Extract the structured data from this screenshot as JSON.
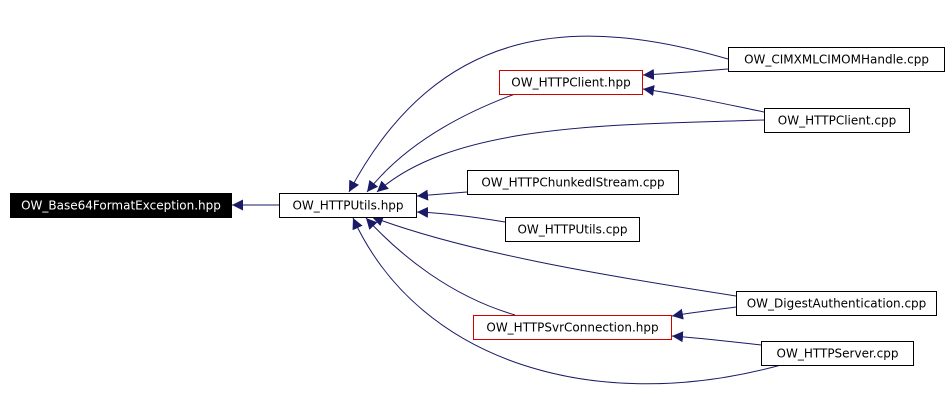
{
  "diagram": {
    "nodes": [
      {
        "id": "base64",
        "label": "OW_Base64FormatException.hpp",
        "style": "root"
      },
      {
        "id": "httputils_hpp",
        "label": "OW_HTTPUtils.hpp",
        "style": "normal"
      },
      {
        "id": "cimxml",
        "label": "OW_CIMXMLCIMOMHandle.cpp",
        "style": "normal"
      },
      {
        "id": "httpclient_hpp",
        "label": "OW_HTTPClient.hpp",
        "style": "red"
      },
      {
        "id": "httpclient_cpp",
        "label": "OW_HTTPClient.cpp",
        "style": "normal"
      },
      {
        "id": "chunked",
        "label": "OW_HTTPChunkedIStream.cpp",
        "style": "normal"
      },
      {
        "id": "httputils_cpp",
        "label": "OW_HTTPUtils.cpp",
        "style": "normal"
      },
      {
        "id": "digest",
        "label": "OW_DigestAuthentication.cpp",
        "style": "normal"
      },
      {
        "id": "svrconn",
        "label": "OW_HTTPSvrConnection.hpp",
        "style": "red"
      },
      {
        "id": "httpserver",
        "label": "OW_HTTPServer.cpp",
        "style": "normal"
      }
    ],
    "edges": [
      {
        "from": "httputils_hpp",
        "to": "base64"
      },
      {
        "from": "httpclient_hpp",
        "to": "httputils_hpp"
      },
      {
        "from": "cimxml",
        "to": "httputils_hpp"
      },
      {
        "from": "httpclient_cpp",
        "to": "httputils_hpp"
      },
      {
        "from": "chunked",
        "to": "httputils_hpp"
      },
      {
        "from": "httputils_cpp",
        "to": "httputils_hpp"
      },
      {
        "from": "digest",
        "to": "httputils_hpp"
      },
      {
        "from": "svrconn",
        "to": "httputils_hpp"
      },
      {
        "from": "httpserver",
        "to": "httputils_hpp"
      },
      {
        "from": "cimxml",
        "to": "httpclient_hpp"
      },
      {
        "from": "httpclient_cpp",
        "to": "httpclient_hpp"
      },
      {
        "from": "digest",
        "to": "svrconn"
      },
      {
        "from": "httpserver",
        "to": "svrconn"
      }
    ],
    "colors": {
      "edge": "#1a1a66",
      "root_fill": "#000000",
      "root_text": "#ffffff",
      "highlight_border": "#d40000",
      "node_border": "#000000"
    }
  }
}
